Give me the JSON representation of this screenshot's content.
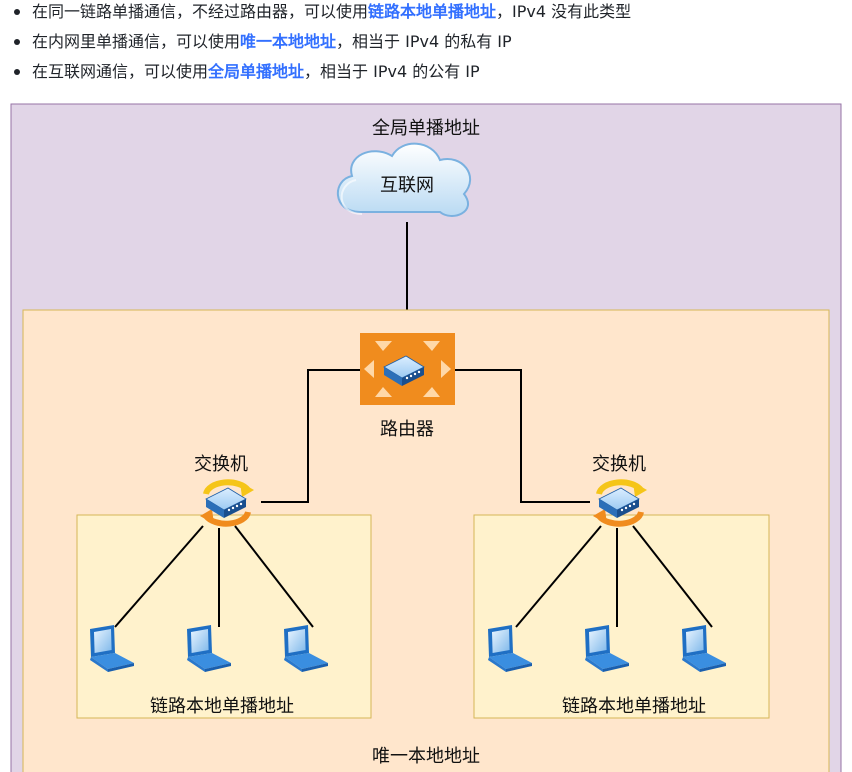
{
  "bullets": [
    {
      "before": "在同一链路单播通信，不经过路由器，可以使用",
      "highlight": "链路本地单播地址",
      "after": "，IPv4 没有此类型"
    },
    {
      "before": "在内网里单播通信，可以使用",
      "highlight": "唯一本地地址",
      "after": "，相当于 IPv4 的私有 IP"
    },
    {
      "before": "在互联网通信，可以使用",
      "highlight": "全局单播地址",
      "after": "，相当于 IPv4 的公有 IP"
    }
  ],
  "diagram": {
    "global_label": "全局单播地址",
    "internet_label": "互联网",
    "router_label": "路由器",
    "switch_left_label": "交换机",
    "switch_right_label": "交换机",
    "link_local_left_label": "链路本地单播地址",
    "link_local_right_label": "链路本地单播地址",
    "unique_local_label": "唯一本地地址"
  },
  "colors": {
    "highlight": "#3370ff",
    "global_zone": "#e1d5e7",
    "unique_local_zone": "#ffe6cc",
    "link_local_zone": "#fff2cc",
    "router": "#f08c1e",
    "switch_arrow_orange": "#f08c1e",
    "switch_arrow_yellow": "#f5c518",
    "device_blue": "#2d7fd3"
  }
}
